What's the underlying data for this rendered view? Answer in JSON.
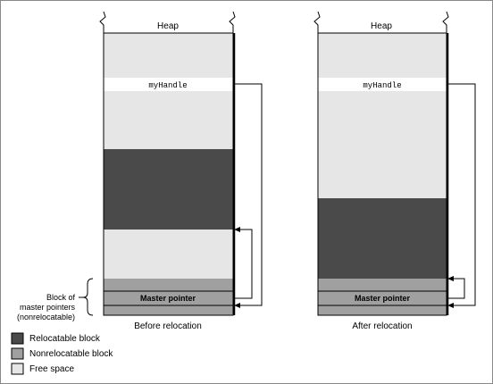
{
  "colors": {
    "relocatable": "#4a4a4a",
    "nonrelocatable": "#a0a0a0",
    "free": "#e6e6e6",
    "white": "#ffffff",
    "stroke": "#000000"
  },
  "labels": {
    "heap_left": "Heap",
    "heap_right": "Heap",
    "handle_left": "myHandle",
    "handle_right": "myHandle",
    "master_left": "Master pointer",
    "master_right": "Master pointer",
    "caption_left": "Before relocation",
    "caption_right": "After relocation",
    "block_label_line1": "Block of",
    "block_label_line2": "master pointers",
    "block_label_line3": "(nonrelocatable)"
  },
  "legend": {
    "items": [
      {
        "label": "Relocatable block",
        "color": "#4a4a4a"
      },
      {
        "label": "Nonrelocatable block",
        "color": "#a0a0a0"
      },
      {
        "label": "Free space",
        "color": "#e6e6e6"
      }
    ]
  }
}
